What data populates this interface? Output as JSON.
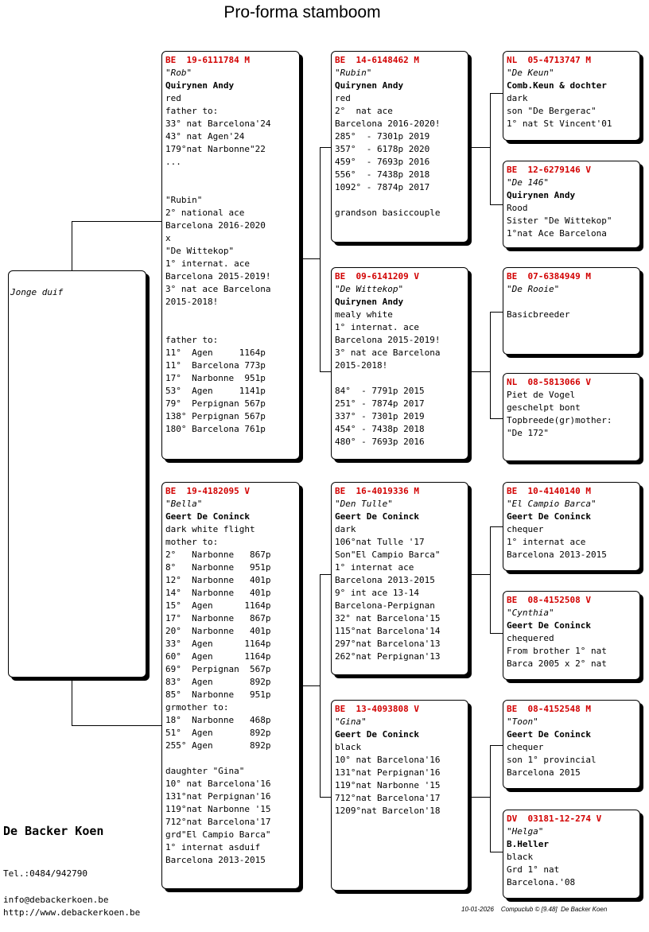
{
  "title": "Pro-forma stamboom",
  "subject": {
    "label": "Jonge duif"
  },
  "cards": [
    {
      "id": "f",
      "ring": "BE  19-6111784 M",
      "name": "\"Rob\"",
      "owner": "Quirynen Andy",
      "lines": [
        "red",
        "father to:",
        "33° nat Barcelona'24",
        "43° nat Agen'24",
        "179°nat Narbonne\"22",
        "...",
        "",
        "",
        "\"Rubin\"",
        "2° national ace",
        "Barcelona 2016-2020",
        "x",
        "\"De Wittekop\"",
        "1° internat. ace",
        "Barcelona 2015-2019!",
        "3° nat ace Barcelona",
        "2015-2018!",
        "",
        "",
        "father to:",
        "11°  Agen     1164p",
        "11°  Barcelona 773p",
        "17°  Narbonne  951p",
        "53°  Agen     1141p",
        "79°  Perpignan 567p",
        "138° Perpignan 567p",
        "180° Barcelona 761p"
      ]
    },
    {
      "id": "m",
      "ring": "BE  19-4182095 V",
      "name": "\"Bella\"",
      "owner": "Geert De Coninck",
      "lines": [
        "dark white flight",
        "mother to:",
        "2°   Narbonne   867p",
        "8°   Narbonne   951p",
        "12°  Narbonne   401p",
        "14°  Narbonne   401p",
        "15°  Agen      1164p",
        "17°  Narbonne   867p",
        "20°  Narbonne   401p",
        "33°  Agen      1164p",
        "60°  Agen      1164p",
        "69°  Perpignan  567p",
        "83°  Agen       892p",
        "85°  Narbonne   951p",
        "grmother to:",
        "18°  Narbonne   468p",
        "51°  Agen       892p",
        "255° Agen       892p",
        "",
        "daughter \"Gina\"",
        "10° nat Barcelona'16",
        "131°nat Perpignan'16",
        "119°nat Narbonne '15",
        "712°nat Barcelona'17",
        "grd\"El Campio Barca\"",
        "1° internat asduif",
        "Barcelona 2013-2015"
      ]
    },
    {
      "id": "ff",
      "ring": "BE  14-6148462 M",
      "name": "\"Rubin\"",
      "owner": "Quirynen Andy",
      "lines": [
        "red",
        "2°  nat ace",
        "Barcelona 2016-2020!",
        "285°  - 7301p 2019",
        "357°  - 6178p 2020",
        "459°  - 7693p 2016",
        "556°  - 7438p 2018",
        "1092° - 7874p 2017",
        "",
        "grandson basiccouple"
      ]
    },
    {
      "id": "fm",
      "ring": "BE  09-6141209 V",
      "name": "\"De Wittekop\"",
      "owner": "Quirynen Andy",
      "lines": [
        "mealy white",
        "1° internat. ace",
        "Barcelona 2015-2019!",
        "3° nat ace Barcelona",
        "2015-2018!",
        "",
        "84°  - 7791p 2015",
        "251° - 7874p 2017",
        "337° - 7301p 2019",
        "454° - 7438p 2018",
        "480° - 7693p 2016"
      ]
    },
    {
      "id": "mf",
      "ring": "BE  16-4019336 M",
      "name": "\"Den Tulle\"",
      "owner": "Geert De Coninck",
      "lines": [
        "dark",
        "106°nat Tulle '17",
        "Son\"El Campio Barca\"",
        "1° internat ace",
        "Barcelona 2013-2015",
        "9° int ace 13-14",
        "Barcelona-Perpignan",
        "32° nat Barcelona'15",
        "115°nat Barcelona'14",
        "297°nat Barcelona'13",
        "262°nat Perpignan'13"
      ]
    },
    {
      "id": "mm",
      "ring": "BE  13-4093808 V",
      "name": "\"Gina\"",
      "owner": "Geert De Coninck",
      "lines": [
        "black",
        "10° nat Barcelona'16",
        "131°nat Perpignan'16",
        "119°nat Narbonne '15",
        "712°nat Barcelona'17",
        "1209°nat Barcelon'18"
      ]
    },
    {
      "id": "fff",
      "ring": "NL  05-4713747 M",
      "name": "\"De Keun\"",
      "owner": "Comb.Keun & dochter",
      "lines": [
        "dark",
        "son \"De Bergerac\"",
        "1° nat St Vincent'01"
      ]
    },
    {
      "id": "ffm",
      "ring": "BE  12-6279146 V",
      "name": "\"De 146\"",
      "owner": "Quirynen Andy",
      "lines": [
        "Rood",
        "Sister \"De Wittekop\"",
        "1°nat Ace Barcelona"
      ]
    },
    {
      "id": "fmf",
      "ring": "BE  07-6384949 M",
      "name": "\"De Rooie\"",
      "owner": "",
      "lines": [
        "",
        "Basicbreeder"
      ]
    },
    {
      "id": "fmm",
      "ring": "NL  08-5813066 V",
      "name": "",
      "owner": "",
      "lines": [
        "Piet de Vogel",
        "geschelpt bont",
        "Topbreede(gr)mother:",
        "\"De 172\""
      ]
    },
    {
      "id": "mff",
      "ring": "BE  10-4140140 M",
      "name": "\"El Campio Barca\"",
      "owner": "Geert De Coninck",
      "lines": [
        "chequer",
        "1° internat ace",
        "Barcelona 2013-2015"
      ]
    },
    {
      "id": "mfm",
      "ring": "BE  08-4152508 V",
      "name": "\"Cynthia\"",
      "owner": "Geert De Coninck",
      "lines": [
        "chequered",
        "From brother 1° nat",
        "Barca 2005 x 2° nat"
      ]
    },
    {
      "id": "mmf",
      "ring": "BE  08-4152548 M",
      "name": "\"Toon\"",
      "owner": "Geert De Coninck",
      "lines": [
        "chequer",
        "son 1° provincial",
        "Barcelona 2015"
      ]
    },
    {
      "id": "mmm",
      "ring": "DV  03181-12-274 V",
      "name": "\"Helga\"",
      "owner": "B.Heller",
      "lines": [
        "black",
        "Grd 1° nat",
        "Barcelona.'08"
      ]
    }
  ],
  "breeder": {
    "name": "De Backer Koen",
    "tel": "Tel.:0484/942790",
    "email": "info@debackerkoen.be",
    "web": "http://www.debackerkoen.be"
  },
  "footer": "10-01-2026    Compuclub © [9.48]  De Backer Koen"
}
